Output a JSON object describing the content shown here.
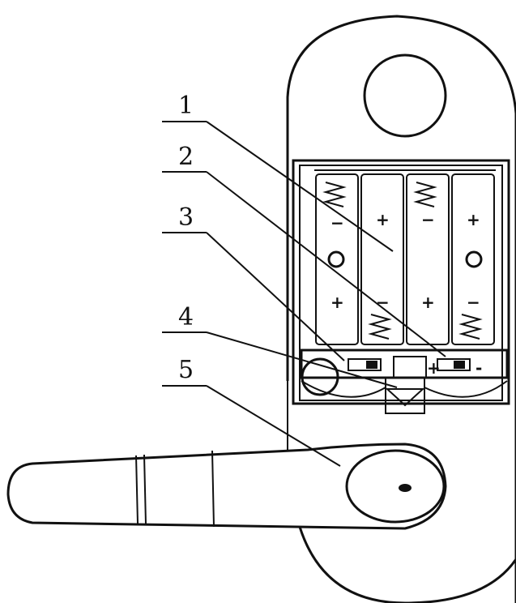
{
  "callouts": [
    {
      "id": "1",
      "text": "1"
    },
    {
      "id": "2",
      "text": "2"
    },
    {
      "id": "3",
      "text": "3"
    },
    {
      "id": "4",
      "text": "4"
    },
    {
      "id": "5",
      "text": "5"
    }
  ],
  "battery_marks": {
    "plus": "+",
    "minus": "−"
  },
  "switch_marks": {
    "plus": "+",
    "minus": "-"
  },
  "colors": {
    "ink": "#111111",
    "paper": "#ffffff"
  }
}
